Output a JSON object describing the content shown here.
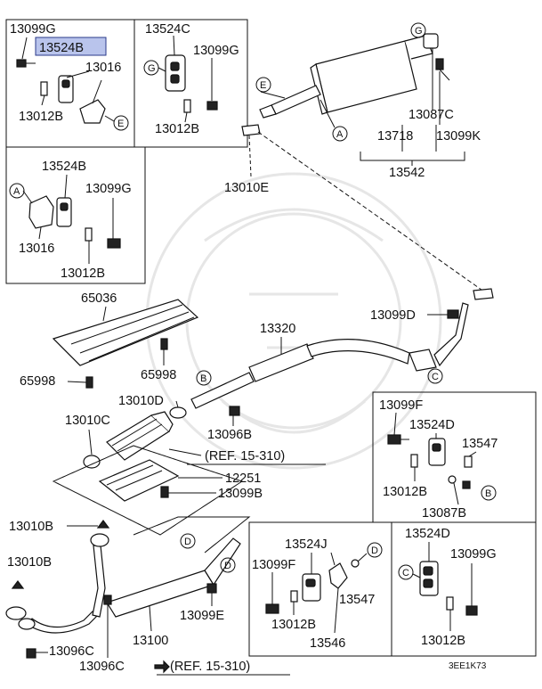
{
  "diagram": {
    "labels": {
      "p13099G_a": "13099G",
      "p13524B_a": "13524B",
      "p13016_a": "13016",
      "p13012B_a": "13012B",
      "p13524C": "13524C",
      "p13099G_b": "13099G",
      "p13012B_b": "13012B",
      "p13524B_b": "13524B",
      "p13099G_c": "13099G",
      "p13016_b": "13016",
      "p13012B_c": "13012B",
      "p13087C": "13087C",
      "p13718": "13718",
      "p13099K": "13099K",
      "p13542": "13542",
      "p13010E": "13010E",
      "p65036": "65036",
      "p65998_a": "65998",
      "p65998_b": "65998",
      "p13320": "13320",
      "p13099D": "13099D",
      "p13010D": "13010D",
      "p13096B": "13096B",
      "p13010C": "13010C",
      "p12251": "12251",
      "p13099B": "13099B",
      "ref_a": "(REF. 15-310)",
      "p13099F_a": "13099F",
      "p13524D_a": "13524D",
      "p13547_a": "13547",
      "p13012B_d": "13012B",
      "p13087B": "13087B",
      "p13010B_a": "13010B",
      "p13010B_b": "13010B",
      "p13096C_a": "13096C",
      "p13096C_b": "13096C",
      "p13100": "13100",
      "p13099E": "13099E",
      "p13524J": "13524J",
      "p13099F_b": "13099F",
      "p13547_b": "13547",
      "p13012B_e": "13012B",
      "p13546": "13546",
      "p13524D_b": "13524D",
      "p13099G_d": "13099G",
      "p13012B_f": "13012B",
      "ref_b": "(REF. 15-310)",
      "code": "3EE1K73"
    },
    "callouts": {
      "A": "A",
      "B": "B",
      "C": "C",
      "D": "D",
      "E": "E",
      "G": "G"
    },
    "highlight_color": "#b9c4ec"
  }
}
